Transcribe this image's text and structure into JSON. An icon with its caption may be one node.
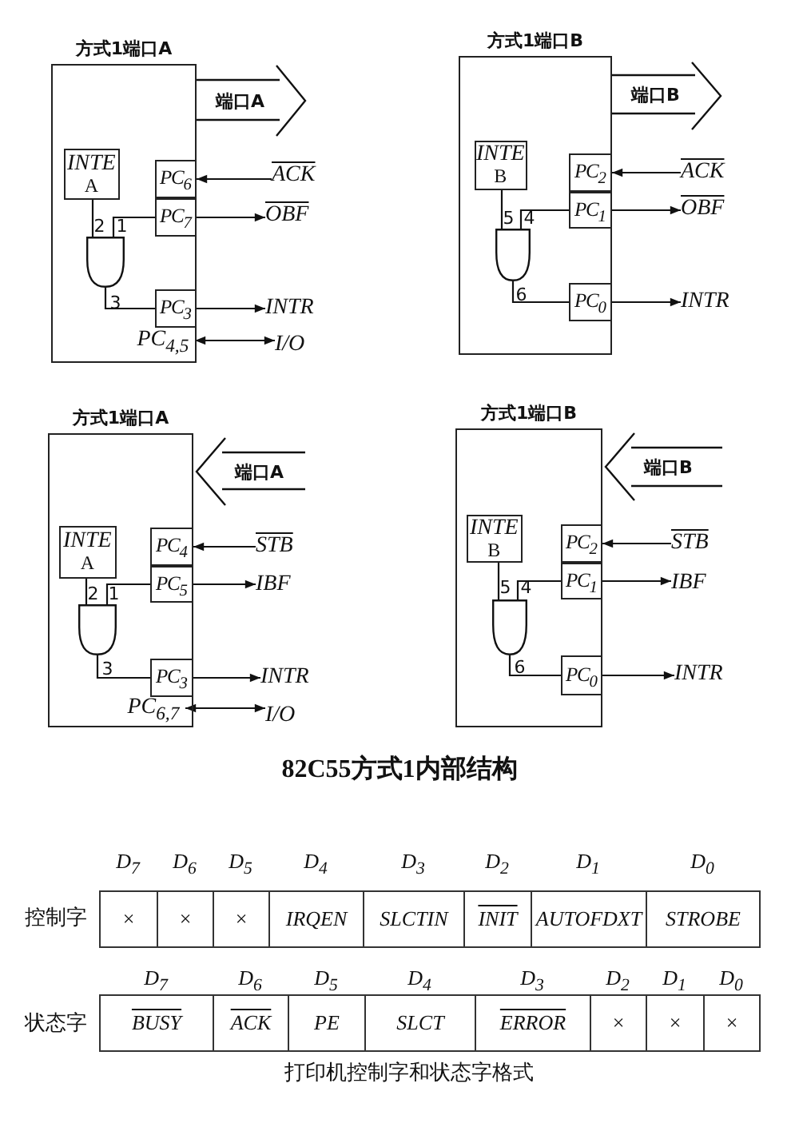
{
  "diagram": {
    "nodes": [
      {
        "text": [
          "方式1端口A"
        ]
      },
      {
        "text": [
          "端口A"
        ]
      },
      {
        "text": [
          "INTE",
          "A"
        ],
        "in": 0
      },
      {
        "text": [
          "PC$_{6}$"
        ],
        "in": 0
      },
      {
        "text": [
          "PC$_{7}$"
        ],
        "in": 0
      },
      {
        "text": [],
        "shape": "gate",
        "in": 0,
        "beside": [
          "2",
          "1",
          "3"
        ]
      },
      {
        "text": [
          "PC$_{3}$"
        ],
        "in": 0
      },
      {
        "text": [
          "PC$_{4,5}$"
        ],
        "in": 0
      },
      {
        "text": [
          "ACK"
        ]
      },
      {
        "text": [
          "OBF"
        ]
      },
      {
        "text": [
          "INTR"
        ]
      },
      {
        "text": [
          "I/O"
        ]
      },
      {
        "text": [
          "方式1端口B"
        ]
      },
      {
        "text": [
          "端口B"
        ]
      },
      {
        "text": [
          "INTE",
          "B"
        ],
        "in": 12
      },
      {
        "text": [
          "PC$_{2}$"
        ],
        "in": 12
      },
      {
        "text": [
          "PC$_{1}$"
        ],
        "in": 12
      },
      {
        "text": [],
        "shape": "gate",
        "in": 12,
        "beside": [
          "5",
          "4",
          "6"
        ]
      },
      {
        "text": [
          "PC$_{0}$"
        ],
        "in": 12
      },
      {
        "text": [
          "ACK"
        ]
      },
      {
        "text": [
          "OBF"
        ]
      },
      {
        "text": [
          "INTR"
        ]
      },
      {
        "text": [
          "方式1端口A"
        ]
      },
      {
        "text": [
          "端口A"
        ]
      },
      {
        "text": [
          "INTE",
          "A"
        ],
        "in": 22
      },
      {
        "text": [
          "PC$_{4}$"
        ],
        "in": 22
      },
      {
        "text": [
          "PC$_{5}$"
        ],
        "in": 22
      },
      {
        "text": [],
        "shape": "gate",
        "in": 22,
        "beside": [
          "2",
          "1",
          "3"
        ]
      },
      {
        "text": [
          "PC$_{3}$"
        ],
        "in": 22
      },
      {
        "text": [
          "PC$_{6,7}$"
        ],
        "in": 22
      },
      {
        "text": [
          "STB"
        ]
      },
      {
        "text": [
          "IBF"
        ]
      },
      {
        "text": [
          "INTR"
        ]
      },
      {
        "text": [
          "I/O"
        ]
      },
      {
        "text": [
          "方式1端口B"
        ]
      },
      {
        "text": [
          "端口B"
        ]
      },
      {
        "text": [
          "INTE",
          "B"
        ],
        "in": 34
      },
      {
        "text": [
          "PC$_{2}$"
        ],
        "in": 34
      },
      {
        "text": [
          "PC$_{1}$"
        ],
        "in": 34
      },
      {
        "text": [],
        "shape": "gate",
        "in": 34,
        "beside": [
          "5",
          "4",
          "6"
        ]
      },
      {
        "text": [
          "PC$_{0}$"
        ],
        "in": 34
      },
      {
        "text": [
          "STB"
        ]
      },
      {
        "text": [
          "IBF"
        ]
      },
      {
        "text": [
          "INTR"
        ]
      }
    ],
    "edges": [
      {
        "from": 8,
        "to": 3,
        "arrow": "to"
      },
      {
        "from": 4,
        "to": 9,
        "arrow": "to"
      },
      {
        "from": 6,
        "to": 10,
        "arrow": "to"
      },
      {
        "from": 7,
        "to": 11,
        "arrow": "both"
      },
      {
        "from": 2,
        "to": 5,
        "arrow": "none"
      },
      {
        "from": 4,
        "to": 5,
        "arrow": "none"
      },
      {
        "from": 5,
        "to": 6,
        "arrow": "none"
      },
      {
        "from": 19,
        "to": 15,
        "arrow": "to"
      },
      {
        "from": 16,
        "to": 20,
        "arrow": "to"
      },
      {
        "from": 18,
        "to": 21,
        "arrow": "to"
      },
      {
        "from": 14,
        "to": 17,
        "arrow": "none"
      },
      {
        "from": 16,
        "to": 17,
        "arrow": "none"
      },
      {
        "from": 17,
        "to": 18,
        "arrow": "none"
      },
      {
        "from": 30,
        "to": 25,
        "arrow": "to"
      },
      {
        "from": 26,
        "to": 31,
        "arrow": "to"
      },
      {
        "from": 28,
        "to": 32,
        "arrow": "to"
      },
      {
        "from": 29,
        "to": 33,
        "arrow": "both"
      },
      {
        "from": 24,
        "to": 27,
        "arrow": "none"
      },
      {
        "from": 26,
        "to": 27,
        "arrow": "none"
      },
      {
        "from": 27,
        "to": 28,
        "arrow": "none"
      },
      {
        "from": 41,
        "to": 37,
        "arrow": "to"
      },
      {
        "from": 38,
        "to": 42,
        "arrow": "to"
      },
      {
        "from": 40,
        "to": 43,
        "arrow": "to"
      },
      {
        "from": 36,
        "to": 39,
        "arrow": "none"
      },
      {
        "from": 38,
        "to": 39,
        "arrow": "none"
      },
      {
        "from": 39,
        "to": 40,
        "arrow": "none"
      }
    ],
    "labels": [
      "82C55方式1内部结构",
      "D$_{7}$",
      "D$_{6}$",
      "D$_{5}$",
      "D$_{4}$",
      "D$_{3}$",
      "D$_{2}$",
      "D$_{1}$",
      "D$_{0}$",
      "控制字",
      "×",
      "×",
      "×",
      "IRQEN",
      "SLCTIN",
      "INIT",
      "AUTOFDXT",
      "STROBE",
      "D$_{7}$",
      "D$_{6}$",
      "D$_{5}$",
      "D$_{4}$",
      "D$_{3}$",
      "D$_{2}$",
      "D$_{1}$",
      "D$_{0}$",
      "状态字",
      "BUSY",
      "ACK",
      "PE",
      "SLCT",
      "ERROR",
      "×",
      "×",
      "×",
      "打印机控制字和状态字格式"
    ]
  }
}
